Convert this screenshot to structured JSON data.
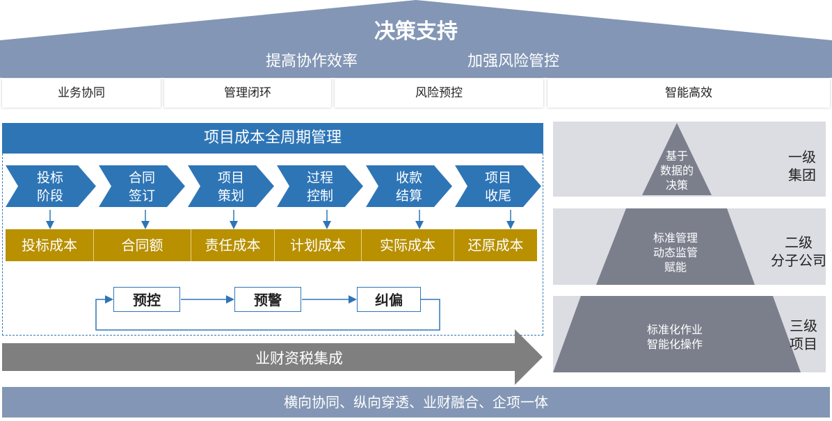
{
  "roof": {
    "title": "决策支持",
    "subtitle_left": "提高协作效率",
    "subtitle_right": "加强风险管控",
    "color": "#8396b5"
  },
  "capabilities": [
    "业务协同",
    "管理闭环",
    "风险预控",
    "智能高效"
  ],
  "lifecycle": {
    "title": "项目成本全周期管理",
    "accent": "#2e75b6",
    "stages": [
      {
        "line1": "投标",
        "line2": "阶段"
      },
      {
        "line1": "合同",
        "line2": "签订"
      },
      {
        "line1": "项目",
        "line2": "策划"
      },
      {
        "line1": "过程",
        "line2": "控制"
      },
      {
        "line1": "收款",
        "line2": "结算"
      },
      {
        "line1": "项目",
        "line2": "收尾"
      }
    ],
    "costs": [
      "投标成本",
      "合同额",
      "责任成本",
      "计划成本",
      "实际成本",
      "还原成本"
    ],
    "cost_color": "#b89000",
    "controls": [
      "预控",
      "预警",
      "纠偏"
    ]
  },
  "integration": {
    "label": "业财资税集成",
    "color": "#7f7f7f"
  },
  "footer": {
    "label": "横向协同、纵向穿透、业财融合、企项一体"
  },
  "levels": [
    {
      "tri_lines": [
        "基于",
        "数据的",
        "决策"
      ],
      "level_lines": [
        "一级",
        "集团"
      ]
    },
    {
      "tri_lines": [
        "标准管理",
        "动态监管",
        "赋能"
      ],
      "level_lines": [
        "二级",
        "分子公司"
      ]
    },
    {
      "tri_lines": [
        "标准化作业",
        "智能化操作"
      ],
      "level_lines": [
        "三级",
        "项目"
      ]
    }
  ],
  "pyramid_color": "#7b7f8c",
  "panel_color": "#dcdde2"
}
